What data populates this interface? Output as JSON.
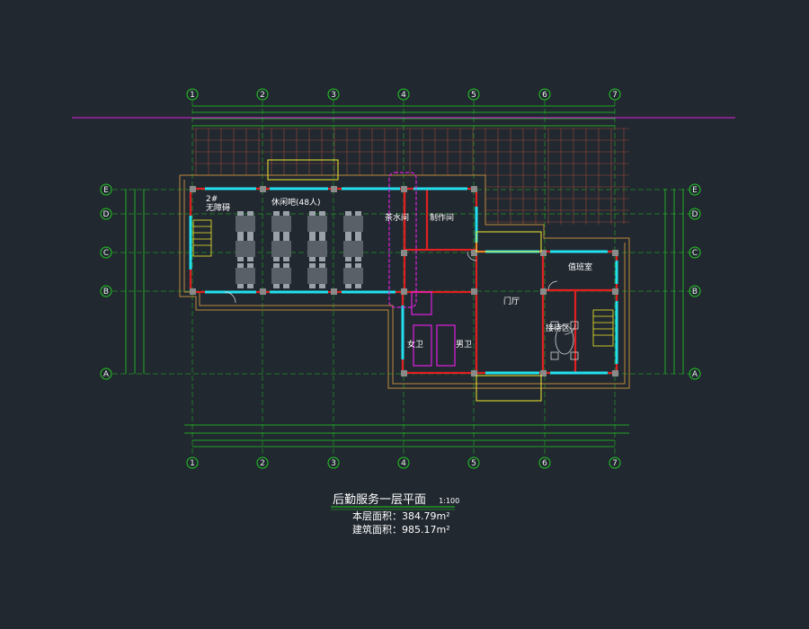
{
  "plan": {
    "title": "后勤服务一层平面",
    "scale": "1:100",
    "floor_area_label": "本层面积：",
    "floor_area_value": "384.79m²",
    "building_area_label": "建筑面积：",
    "building_area_value": "985.17m²"
  },
  "axes": {
    "columns": [
      "1",
      "2",
      "3",
      "4",
      "5",
      "6",
      "7"
    ],
    "rows": [
      "E",
      "D",
      "C",
      "B",
      "A"
    ]
  },
  "rooms": {
    "stair_left": "2#\n无障碍",
    "lounge": "休闲吧(48人)",
    "tea": "茶水间",
    "kitchen": "制作间",
    "toilet_female": "女卫",
    "toilet_male": "男卫",
    "hall": "门厅",
    "office": "值班室",
    "reception": "接待区"
  },
  "colors": {
    "bg": "#212830",
    "grid": "#22cc22",
    "wall": "#e02020",
    "window": "#22e0ee",
    "magenta": "#e020e0",
    "yellow": "#f2ea2a",
    "text": "#ffffff"
  }
}
